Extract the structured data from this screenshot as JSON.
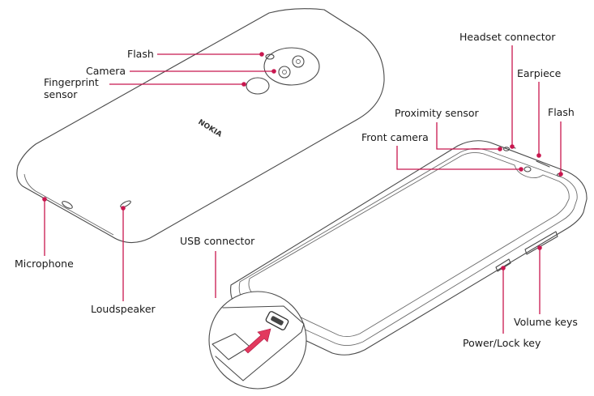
{
  "brand_logo": "NOKIA",
  "labels": {
    "flash_back": "Flash",
    "camera": "Camera",
    "fingerprint_line1": "Fingerprint",
    "fingerprint_line2": "sensor",
    "microphone": "Microphone",
    "loudspeaker": "Loudspeaker",
    "usb_connector": "USB connector",
    "headset_connector": "Headset connector",
    "earpiece": "Earpiece",
    "proximity_sensor": "Proximity sensor",
    "front_camera": "Front camera",
    "flash_front": "Flash",
    "volume_keys": "Volume keys",
    "power_lock_key": "Power/Lock key"
  },
  "colors": {
    "leader": "#c8174f",
    "outline": "#4a4a4a",
    "arrow": "#e23a5e"
  }
}
